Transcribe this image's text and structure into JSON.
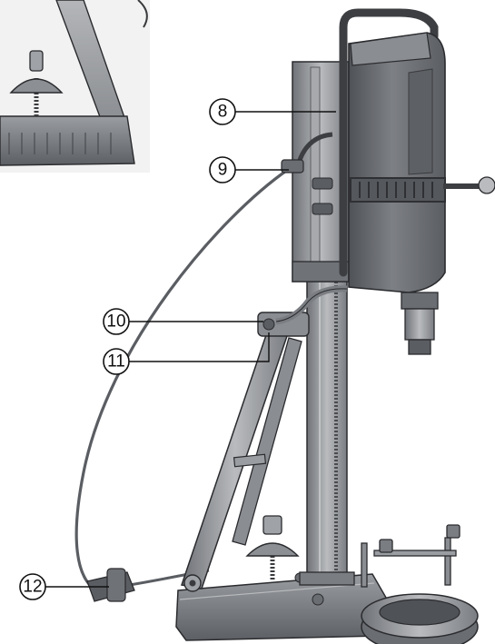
{
  "callouts": [
    {
      "id": "callout-8",
      "label": "8"
    },
    {
      "id": "callout-9",
      "label": "9"
    },
    {
      "id": "callout-10",
      "label": "10"
    },
    {
      "id": "callout-11",
      "label": "11"
    },
    {
      "id": "callout-12",
      "label": "12"
    }
  ],
  "colors": {
    "metal_dark": "#5a5d62",
    "metal_mid": "#8a8d92",
    "metal_light": "#c4c6c9",
    "motor_body": "#6b6e73",
    "outline": "#2a2b2e",
    "background": "#ffffff"
  }
}
